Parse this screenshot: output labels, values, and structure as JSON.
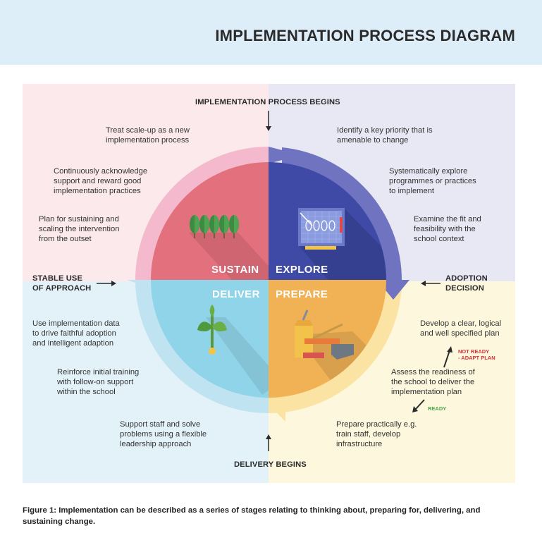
{
  "header": {
    "title": "IMPLEMENTATION PROCESS DIAGRAM"
  },
  "colors": {
    "sustain": "#e3707d",
    "explore": "#3e4aa6",
    "deliver": "#8fd4e8",
    "prepare": "#f1b255",
    "ring_pink": "#f4b9cc",
    "ring_blue": "#6f73c0",
    "ring_yellow": "#fbe3a4",
    "ring_cyan": "#bfe3f0"
  },
  "markers": {
    "process_begins": "IMPLEMENTATION PROCESS BEGINS",
    "delivery_begins": "DELIVERY BEGINS",
    "stable_use": "STABLE USE\nOF APPROACH",
    "adoption_decision": "ADOPTION\nDECISION",
    "not_ready": "NOT READY\n- ADAPT PLAN",
    "ready": "READY"
  },
  "stages": {
    "sustain": "SUSTAIN",
    "explore": "EXPLORE",
    "deliver": "DELIVER",
    "prepare": "PREPARE"
  },
  "icons": {
    "sustain": "trees-icon",
    "explore": "blueprint-icon",
    "deliver": "seedling-icon",
    "prepare": "tools-icon"
  },
  "notes": {
    "sustain": [
      "Treat scale-up as a new\nimplementation process",
      "Continuously acknowledge\nsupport and reward good\nimplementation practices",
      "Plan for sustaining and\nscaling the intervention\nfrom the outset"
    ],
    "explore": [
      "Identify a key priority that is\namenable to change",
      "Systematically explore\nprogrammes or practices\nto implement",
      "Examine the fit and\nfeasibility with the\nschool context"
    ],
    "deliver": [
      "Use implementation data\nto drive faithful adoption\nand intelligent adaption",
      "Reinforce initial training\nwith follow-on support\nwithin the school",
      "Support staff and solve\nproblems using a flexible\nleadership approach"
    ],
    "prepare": [
      "Develop a clear, logical\nand well specified plan",
      "Assess the readiness of\nthe school to deliver the\nimplementation plan",
      "Prepare practically e.g.\ntrain staff, develop\ninfrastructure"
    ]
  },
  "caption": "Figure 1: Implementation can be described as a series of stages relating to thinking about, preparing for, delivering, and sustaining change."
}
